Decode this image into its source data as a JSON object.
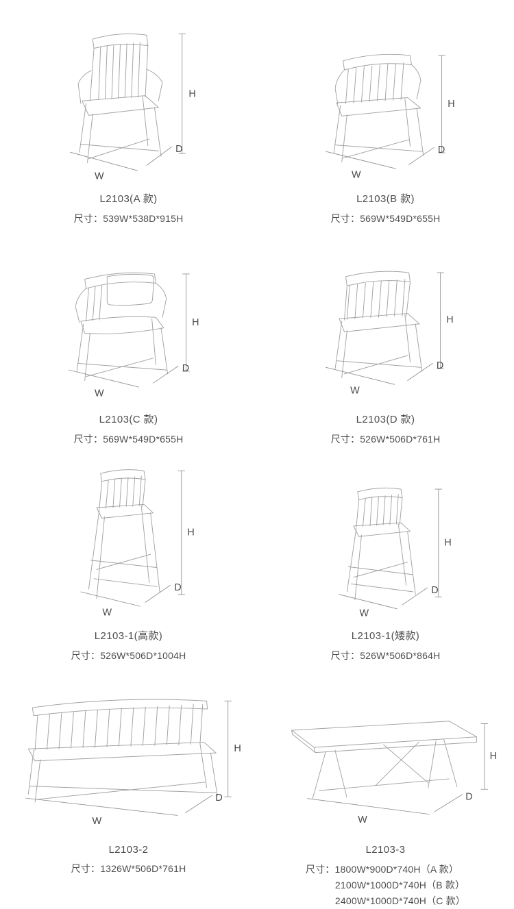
{
  "dims": {
    "w": "W",
    "d": "D",
    "h": "H"
  },
  "items": [
    {
      "name": "L2103(A 款)",
      "size": "尺寸：539W*538D*915H",
      "figure": "armchair-high-back"
    },
    {
      "name": "L2103(B 款)",
      "size": "尺寸：569W*549D*655H",
      "figure": "armchair-low-back"
    },
    {
      "name": "L2103(C 款)",
      "size": "尺寸：569W*549D*655H",
      "figure": "armchair-upholstered"
    },
    {
      "name": "L2103(D 款)",
      "size": "尺寸：526W*506D*761H",
      "figure": "side-chair"
    },
    {
      "name": "L2103-1(高款)",
      "size": "尺寸：526W*506D*1004H",
      "figure": "bar-stool-tall"
    },
    {
      "name": "L2103-1(矮款)",
      "size": "尺寸：526W*506D*864H",
      "figure": "bar-stool-short"
    },
    {
      "name": "L2103-2",
      "size": "尺寸：1326W*506D*761H",
      "figure": "bench"
    },
    {
      "name": "L2103-3",
      "size_lines": [
        "尺寸：1800W*900D*740H（A 款）",
        "2100W*1000D*740H（B 款）",
        "2400W*1000D*740H（C 款）"
      ],
      "figure": "dining-table"
    }
  ]
}
